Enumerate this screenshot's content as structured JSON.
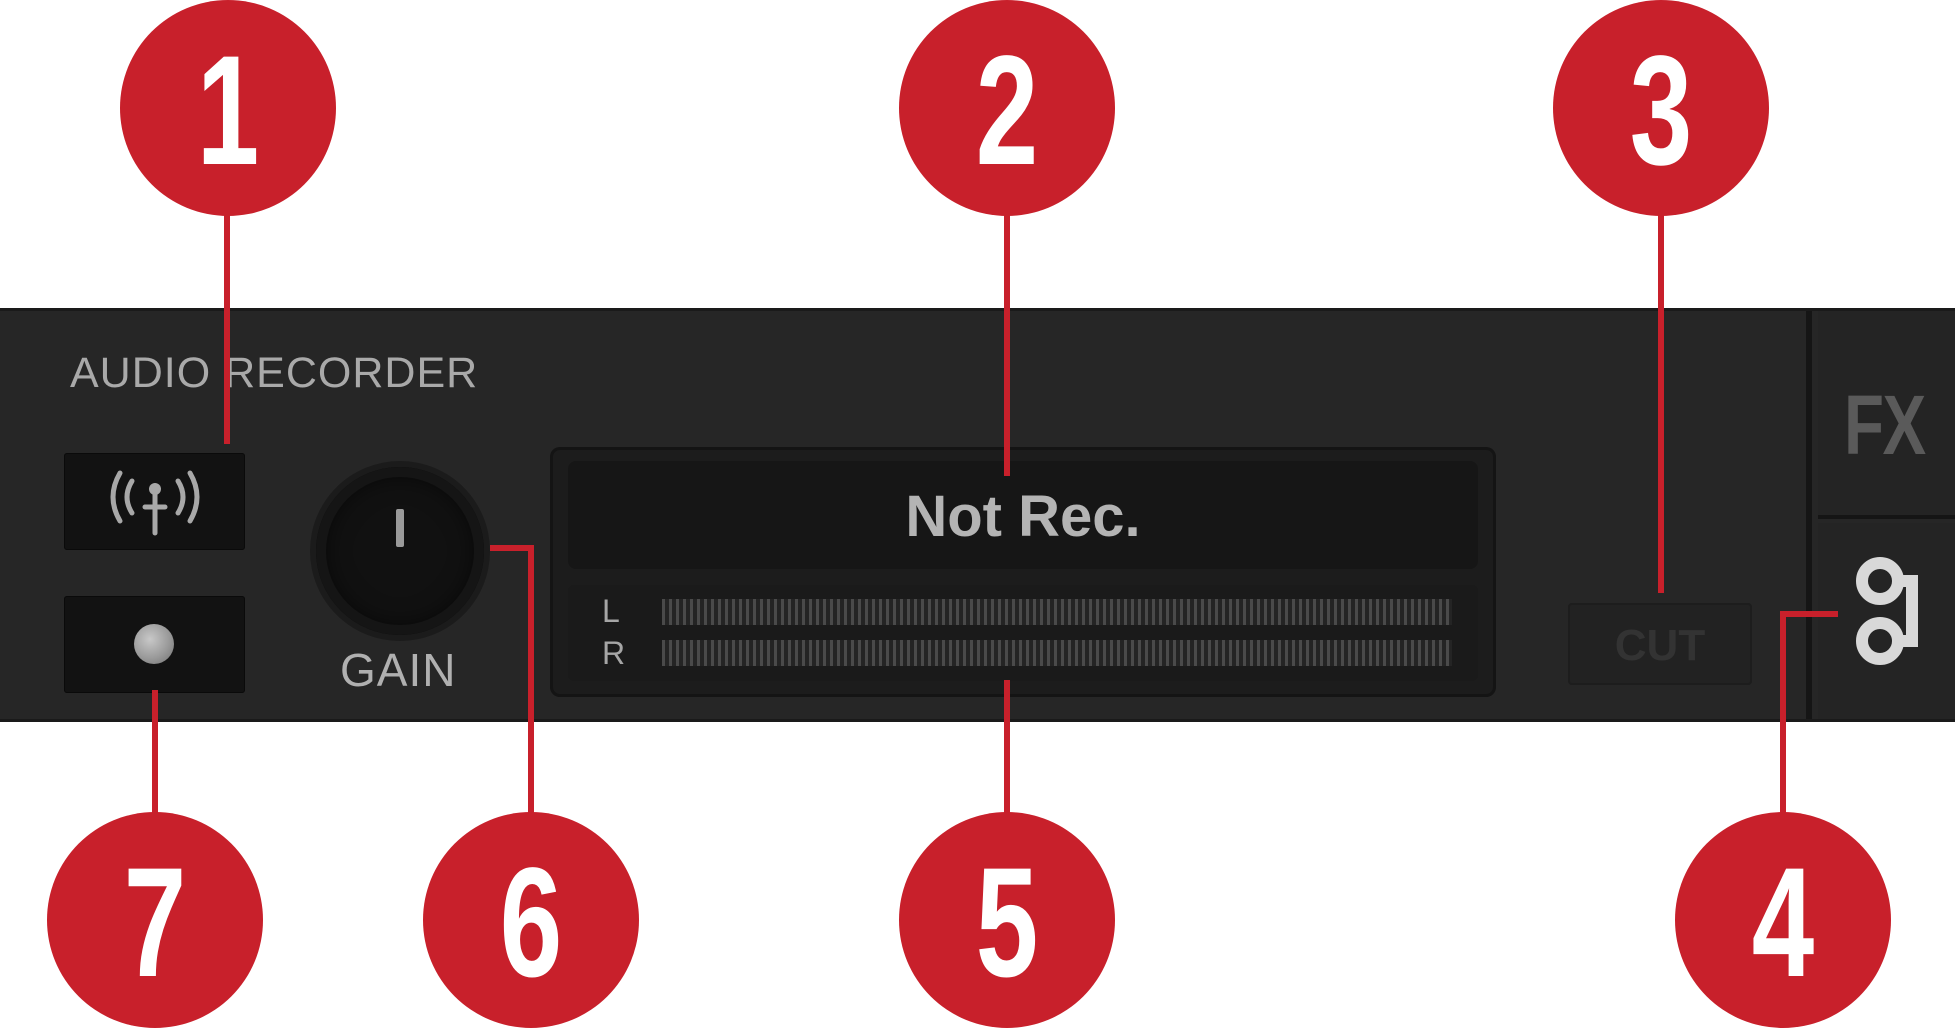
{
  "panel": {
    "title": "AUDIO  RECORDER",
    "status": "Not Rec.",
    "gain_label": "GAIN",
    "meter_left_label": "L",
    "meter_right_label": "R",
    "cut_label": "CUT",
    "fx_label": "FX",
    "icons": {
      "broadcast": "broadcast-antenna-icon",
      "record": "record-dot-icon",
      "link": "chain-link-icon"
    }
  },
  "callouts": [
    "1",
    "2",
    "3",
    "4",
    "5",
    "6",
    "7"
  ],
  "colors": {
    "callout": "#c8202b",
    "panel_bg": "#262626",
    "button_bg": "#121212",
    "text": "#b4b4b4"
  }
}
